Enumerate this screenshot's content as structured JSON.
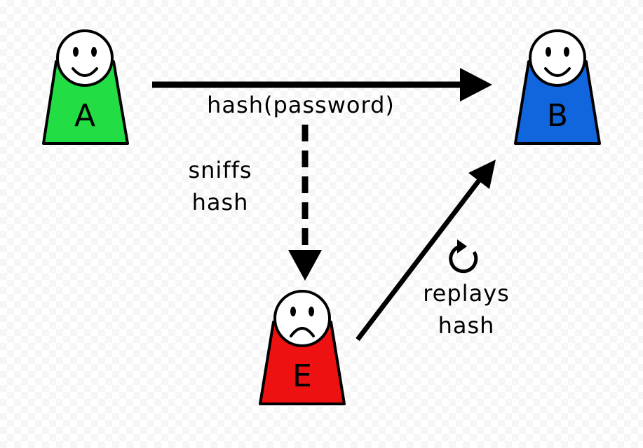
{
  "nodes": {
    "a": {
      "letter": "A",
      "color": "#22dd44",
      "face": "smile"
    },
    "b": {
      "letter": "B",
      "color": "#1166dd",
      "face": "smile"
    },
    "e": {
      "letter": "E",
      "color": "#ee1111",
      "face": "frown"
    }
  },
  "edges": {
    "a_to_b": {
      "label": "hash(password)",
      "style": "solid"
    },
    "sniff": {
      "label_line1": "sniffs",
      "label_line2": "hash",
      "style": "dashed"
    },
    "replay": {
      "label_line1": "replays",
      "label_line2": "hash",
      "style": "solid",
      "icon": "replay-circular-arrow-icon"
    }
  }
}
